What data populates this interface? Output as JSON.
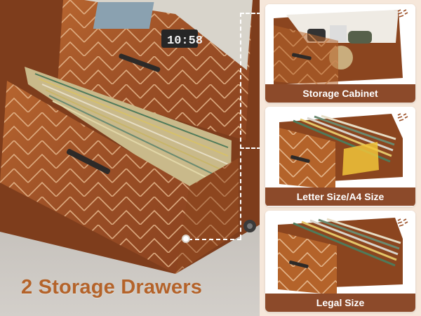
{
  "headline": "2 Storage Drawers",
  "clock_display": "10:58",
  "cards": [
    {
      "label": "Storage Cabinet",
      "icon": "sound-wave-icon"
    },
    {
      "label": "Letter Size/A4 Size",
      "icon": "sound-wave-icon"
    },
    {
      "label": "Legal Size",
      "icon": "sound-wave-icon"
    }
  ],
  "colors": {
    "accent_label_bg": "#8c4a2a",
    "headline": "#b4632a",
    "panel_bg": "#f6e7da",
    "wood": "#a0522d"
  }
}
